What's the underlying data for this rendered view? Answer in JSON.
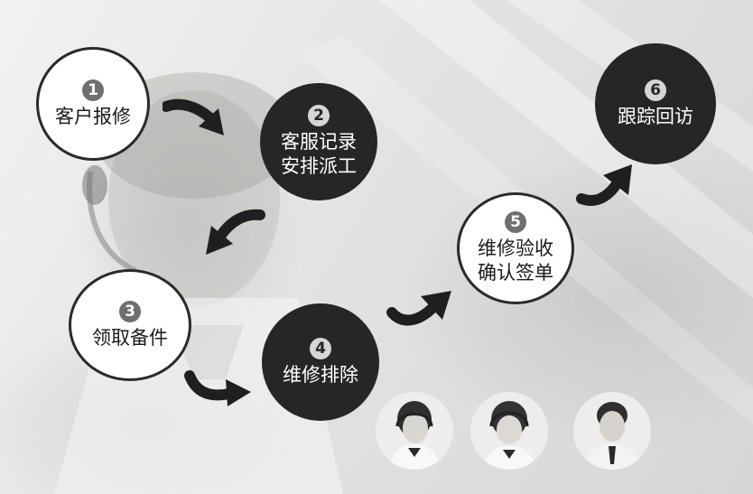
{
  "steps": [
    {
      "number": "1",
      "lines": [
        "客户报修"
      ]
    },
    {
      "number": "2",
      "lines": [
        "客服记录",
        "安排派工"
      ]
    },
    {
      "number": "3",
      "lines": [
        "领取备件"
      ]
    },
    {
      "number": "4",
      "lines": [
        "维修排除"
      ]
    },
    {
      "number": "5",
      "lines": [
        "维修验收",
        "确认签单"
      ]
    },
    {
      "number": "6",
      "lines": [
        "跟踪回访"
      ]
    }
  ],
  "colors": {
    "dark_circle": "#262626",
    "light_circle": "#ffffff",
    "arrow": "#1f1f1f",
    "badge_light": "#6f6f6f",
    "badge_dark": "#d6d6d6"
  },
  "icons": [
    "curved-arrow-icon",
    "operator-headset-photo"
  ]
}
